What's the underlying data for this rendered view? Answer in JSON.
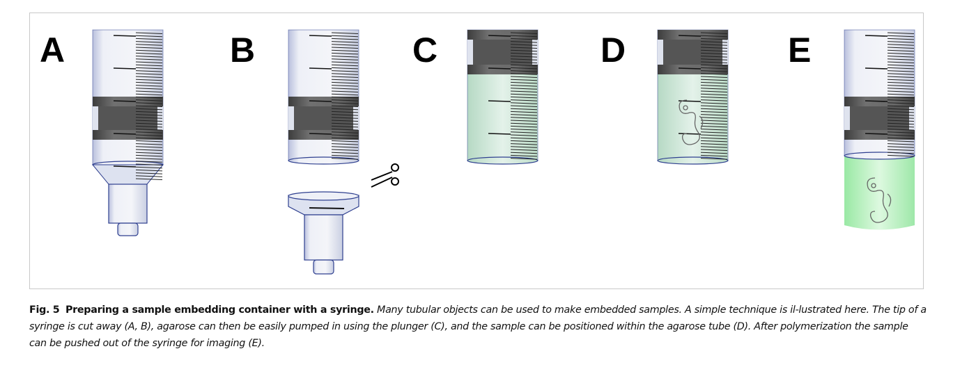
{
  "figure": {
    "panels": [
      "A",
      "B",
      "C",
      "D",
      "E"
    ],
    "colors": {
      "barrel": "#dfe3ee",
      "outline": "#2e3f8f",
      "plunger": "#5d5d5d",
      "agarose": "#cde8d8",
      "agarose_e": "#aef0b4"
    }
  },
  "caption": {
    "label": "Fig. 5",
    "title": "Preparing a sample embedding container with a syringe.",
    "text": "Many tubular objects can be used to make embedded samples. A simple technique is il-lustrated here. The tip of a syringe is cut away (A, B), agarose can then be easily pumped in using the plunger (C), and the sample can be positioned within the agarose tube (D). After polymerization the sample can be pushed out of the syringe for imaging (E)."
  }
}
